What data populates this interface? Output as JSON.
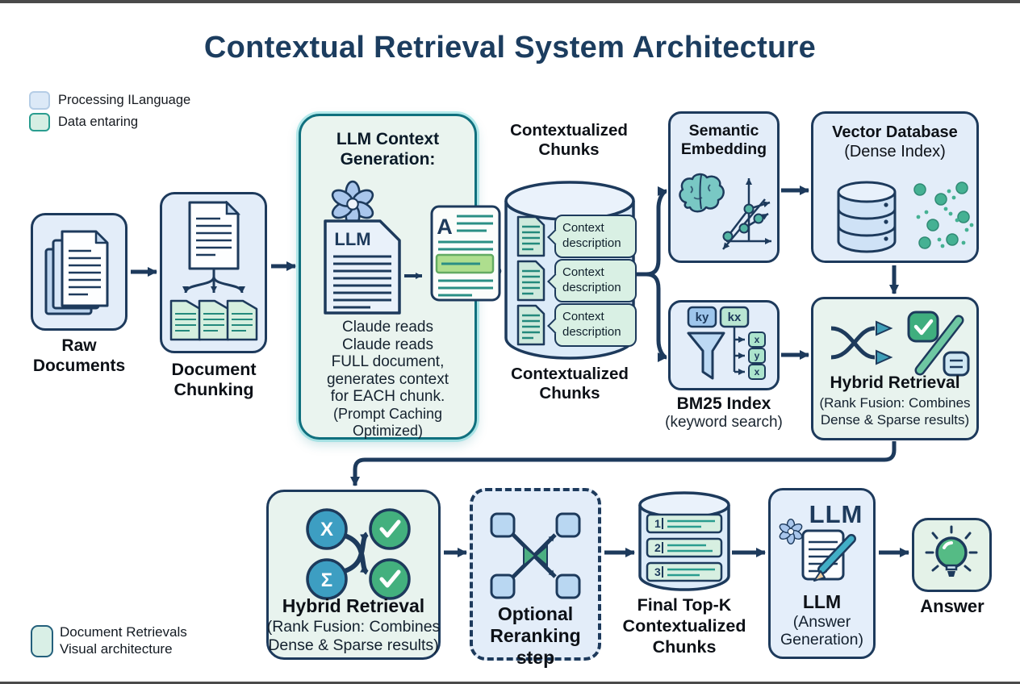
{
  "title": "Contextual Retrieval System Architecture",
  "legend_top": {
    "items": [
      {
        "label": "Processing ILanguage",
        "swatch_color": "#dce9f7",
        "swatch_border": "#b5cde6"
      },
      {
        "label": "Data entaring",
        "swatch_color": "#d6eee3",
        "swatch_border": "#2a9d8f"
      }
    ]
  },
  "legend_bottom": {
    "lines": [
      "Document Retrievals",
      "Visual architecture"
    ],
    "swatch_color": "#d9efe6",
    "swatch_border": "#24607c"
  },
  "nodes": {
    "raw_documents": {
      "label": [
        "Raw",
        "Documents"
      ]
    },
    "document_chunking": {
      "label": [
        "Document",
        "Chunking"
      ]
    },
    "llm_context": {
      "title": [
        "LLM Context",
        "Generation:"
      ],
      "doc_label": "LLM",
      "doc_letter": "A",
      "body": [
        "Claude reads",
        "Claude reads",
        "FULL document,",
        "generates context",
        "for EACH chunk.",
        "(Prompt Caching",
        "Optimized)"
      ]
    },
    "contextualized_chunks": {
      "title": [
        "Contextualized",
        "Chunks"
      ],
      "bubbles": [
        "Context description",
        "Context description",
        "Context description"
      ],
      "label": [
        "Contextualized",
        "Chunks"
      ]
    },
    "semantic_embedding": {
      "title": [
        "Semantic",
        "Embedding"
      ]
    },
    "vector_database": {
      "title": "Vector Database",
      "subtitle": "(Dense Index)"
    },
    "bm25_index": {
      "tags": [
        "ky",
        "kx"
      ],
      "outputs": [
        "x",
        "y",
        "x"
      ],
      "label": "BM25 Index",
      "sublabel": "(keyword search)"
    },
    "hybrid_retrieval_top": {
      "title": "Hybrid Retrieval",
      "sub": [
        "(Rank Fusion: Combines",
        "Dense & Sparse results)"
      ]
    },
    "hybrid_retrieval_bottom": {
      "title": "Hybrid Retrieval",
      "sub": [
        "(Rank Fusion: Combines",
        "Dense & Sparse results)"
      ],
      "symbols": [
        "X",
        "Σ"
      ]
    },
    "optional_reranking": {
      "label": [
        "Optional",
        "Reranking step"
      ]
    },
    "final_topk": {
      "rows": [
        "1",
        "2",
        "3"
      ],
      "label": [
        "Final Top-K",
        "Contextualized",
        "Chunks"
      ]
    },
    "llm_answer": {
      "icon_title": "LLM",
      "label": "LLM",
      "sub": [
        "(Answer",
        "Generation)"
      ]
    },
    "answer": {
      "label": "Answer"
    }
  },
  "colors": {
    "navy": "#1d3a5c",
    "teal": "#2a9d8f",
    "cyan_border": "#10707e",
    "light_blue": "#e3edf9",
    "light_green": "#e8f3ee",
    "chunk_green": "#d6f0e0",
    "title_navy": "#1c3d5f"
  }
}
